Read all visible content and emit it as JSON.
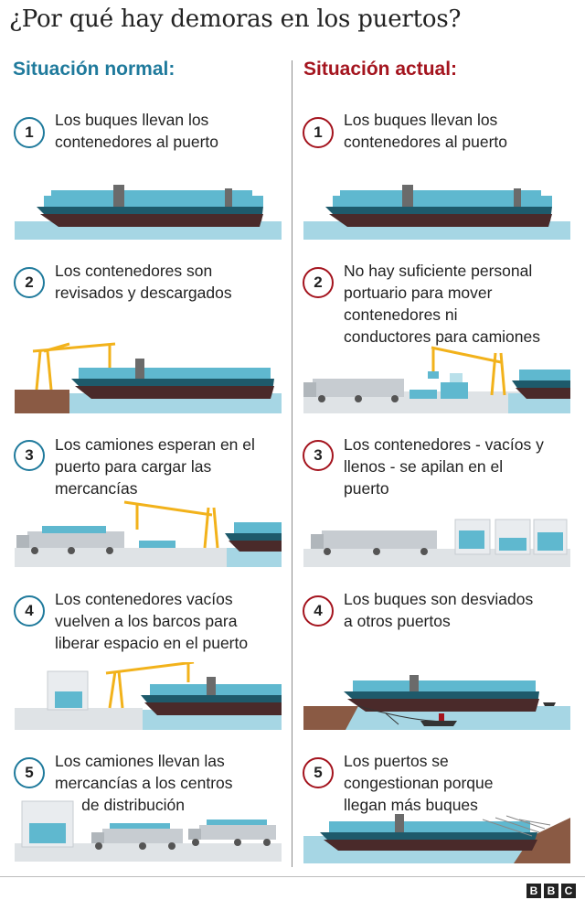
{
  "title": "¿Por qué hay demoras en los puertos?",
  "columns": {
    "normal": {
      "heading": "Situación normal:",
      "steps": [
        {
          "num": "1",
          "text": "Los buques llevan los\ncontenedores al puerto"
        },
        {
          "num": "2",
          "text": "Los contenedores son\nrevisados y descargados"
        },
        {
          "num": "3",
          "text": "Los camiones esperan en el\npuerto para cargar las\nmercancías"
        },
        {
          "num": "4",
          "text": "Los contenedores vacíos\nvuelven a los barcos para\nliberar espacio en el puerto"
        },
        {
          "num": "5",
          "text": "Los camiones llevan las\nmercancías a los centros\n      de distribución"
        }
      ]
    },
    "actual": {
      "heading": "Situación actual:",
      "steps": [
        {
          "num": "1",
          "text": "Los buques llevan los\ncontenedores al puerto"
        },
        {
          "num": "2",
          "text": "No hay suficiente personal\nportuario para mover\ncontenedores ni\nconductores para camiones"
        },
        {
          "num": "3",
          "text": "Los contenedores - vacíos y\nllenos - se apilan en el\npuerto"
        },
        {
          "num": "4",
          "text": "Los buques son desviados\na otros puertos"
        },
        {
          "num": "5",
          "text": "Los puertos se\ncongestionan porque\nllegan más buques"
        }
      ]
    }
  },
  "footer": {
    "logo_letters": [
      "B",
      "B",
      "C"
    ]
  },
  "colors": {
    "normal_accent": "#1f7a9c",
    "actual_accent": "#a4141e",
    "hull": "#4a2a2a",
    "hull_deck": "#1e5a6b",
    "containers": "#5fb8cf",
    "water": "#a6d6e4",
    "land": "#8a5a44",
    "crane": "#f2b21b",
    "truck": "#c7ccd1"
  },
  "icons": [
    "container-ship-icon",
    "crane-icon",
    "truck-icon",
    "container-stack-icon",
    "warehouse-icon",
    "tugboat-icon"
  ]
}
